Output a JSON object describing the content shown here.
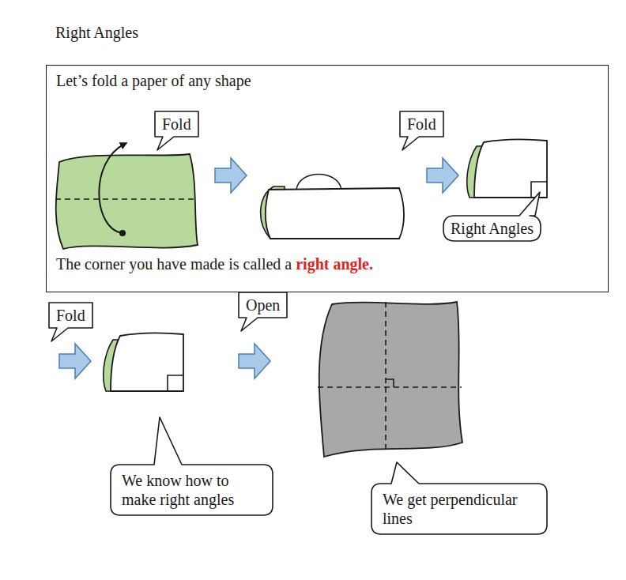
{
  "diagram": {
    "title": "Right Angles",
    "nodes": [
      {
        "text": [
          "Let’s fold a paper of any shape",
          "The corner you have made is called a",
          "right angle."
        ]
      },
      {
        "text": [
          "Fold"
        ],
        "in": 0
      },
      {
        "text": [
          "Fold"
        ],
        "in": 0
      },
      {
        "text": [
          "Right Angles"
        ],
        "in": 0
      },
      {
        "text": [
          "Fold"
        ]
      },
      {
        "text": [
          "Open"
        ]
      },
      {
        "text": [
          "We know how to make right angles"
        ]
      },
      {
        "text": [
          "We get perpendicular lines"
        ]
      }
    ]
  }
}
